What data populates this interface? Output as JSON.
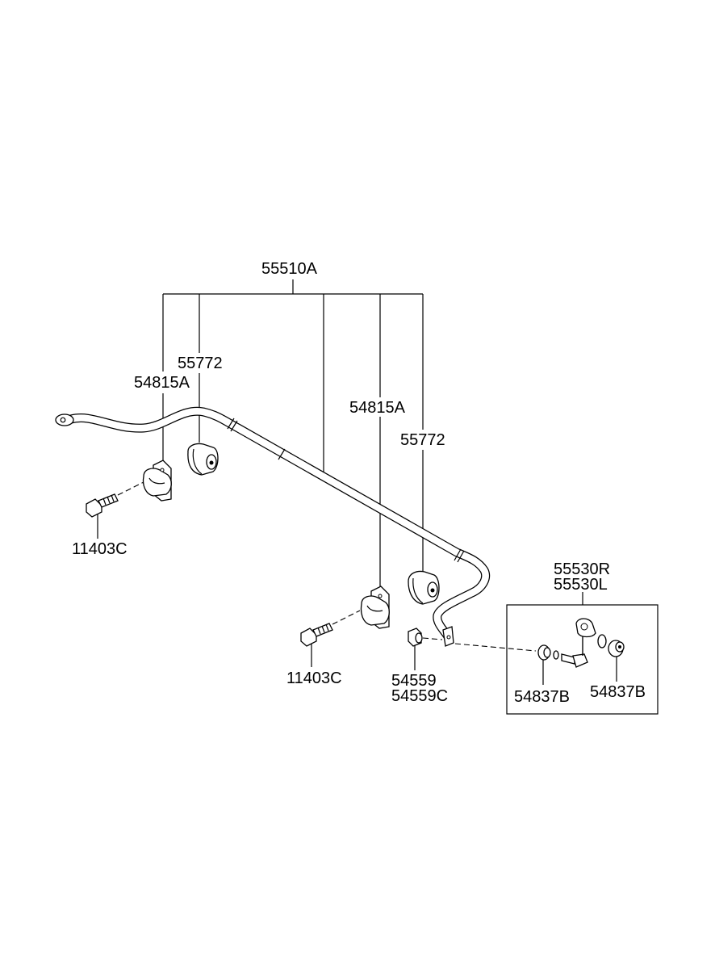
{
  "labels": {
    "stabilizer_bar": "55510A",
    "bushing_left": "55772",
    "bushing_right": "55772",
    "bracket_left": "54815A",
    "bracket_right": "54815A",
    "bolt_left": "11403C",
    "bolt_right": "11403C",
    "nut_1": "54559",
    "nut_2": "54559C",
    "link_r": "55530R",
    "link_l": "55530L",
    "link_part_left": "54837B",
    "link_part_right": "54837B"
  }
}
